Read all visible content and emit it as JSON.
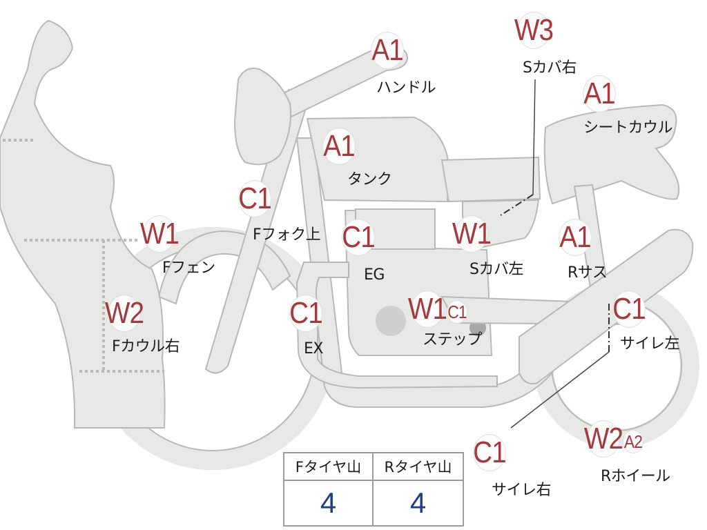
{
  "parts": [
    {
      "id": "handle",
      "code": "A1",
      "label": "ハンドル"
    },
    {
      "id": "s-cover-right",
      "code": "W3",
      "label": "Sカバ右"
    },
    {
      "id": "seat-cowl",
      "code": "A1",
      "label": "シートカウル"
    },
    {
      "id": "tank",
      "code": "A1",
      "label": "タンク"
    },
    {
      "id": "front-fork-upper",
      "code": "C1",
      "label": "Fフォク上"
    },
    {
      "id": "front-fender",
      "code": "W1",
      "label": "Fフェン"
    },
    {
      "id": "engine",
      "code": "C1",
      "label": "EG"
    },
    {
      "id": "s-cover-left",
      "code": "W1",
      "label": "Sカバ左"
    },
    {
      "id": "rear-suspension",
      "code": "A1",
      "label": "Rサス"
    },
    {
      "id": "front-cowl-right",
      "code": "W2",
      "label": "Fカウル右"
    },
    {
      "id": "exhaust",
      "code": "C1",
      "label": "EX"
    },
    {
      "id": "step",
      "code": "W1",
      "code2": "C1",
      "label": "ステップ"
    },
    {
      "id": "muffler-left",
      "code": "C1",
      "label": "サイレ左"
    },
    {
      "id": "muffler-right",
      "code": "C1",
      "label": "サイレ右"
    },
    {
      "id": "rear-wheel",
      "code": "W2",
      "code2": "A2",
      "label": "Rホイール"
    }
  ],
  "tire_table": {
    "front_header": "Fタイヤ山",
    "rear_header": "Rタイヤ山",
    "front_value": "4",
    "rear_value": "4"
  },
  "colors": {
    "part_fill": "#e8e8e6",
    "part_outline": "#b8b8b6",
    "code_text": "#a33a3d",
    "value_text": "#1f3f88"
  }
}
